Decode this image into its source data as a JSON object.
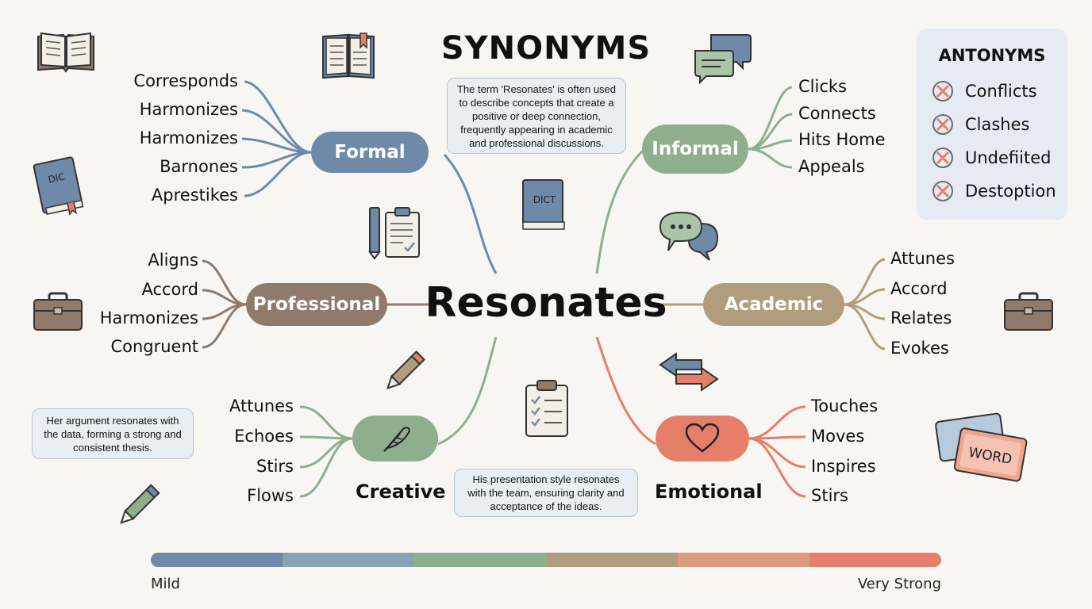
{
  "title": "SYNONYMS",
  "center_word": "Resonates",
  "categories": {
    "formal": {
      "label": "Formal",
      "color": "#6f8aa9",
      "words": [
        "Corresponds",
        "Harmonizes",
        "Harmonizes",
        "Barnones",
        "Aprestikes"
      ]
    },
    "informal": {
      "label": "Informal",
      "color": "#8fae8d",
      "words": [
        "Clicks",
        "Connects",
        "Hits Home",
        "Appeals"
      ]
    },
    "professional": {
      "label": "Professional",
      "color": "#8f7a6c",
      "words": [
        "Aligns",
        "Accord",
        "Harmonizes",
        "Congruent"
      ]
    },
    "academic": {
      "label": "Academic",
      "color": "#b09d7e",
      "words": [
        "Attunes",
        "Accord",
        "Relates",
        "Evokes"
      ]
    },
    "creative": {
      "label": "Creative",
      "color": "#8fae8d",
      "words": [
        "Attunes",
        "Echoes",
        "Stirs",
        "Flows"
      ]
    },
    "emotional": {
      "label": "Emotional",
      "color": "#e57f6a",
      "words": [
        "Touches",
        "Moves",
        "Inspires",
        "Stirs"
      ]
    }
  },
  "notes": {
    "top": "The term 'Resonates' is often used to describe concepts that create a positive or deep connection, frequently appearing in academic and professional discussions.",
    "left": "Her argument resonates with the data, forming a strong and consistent thesis.",
    "bottom": "His presentation style resonates with the team, ensuring clarity and acceptance of the ideas."
  },
  "antonyms": {
    "title": "ANTONYMS",
    "items": [
      "Conflicts",
      "Clashes",
      "Undefiited",
      "Destoption"
    ]
  },
  "scale": {
    "min_label": "Mild",
    "max_label": "Very Strong",
    "colors": [
      "#6f8aa9",
      "#8aa2b4",
      "#8fae8d",
      "#b09d7e",
      "#dc9a80",
      "#e57f6a"
    ]
  },
  "icon_labels": {
    "dictionary_left": "DIC",
    "dictionary_center": "DICT",
    "word_card": "WORD"
  }
}
